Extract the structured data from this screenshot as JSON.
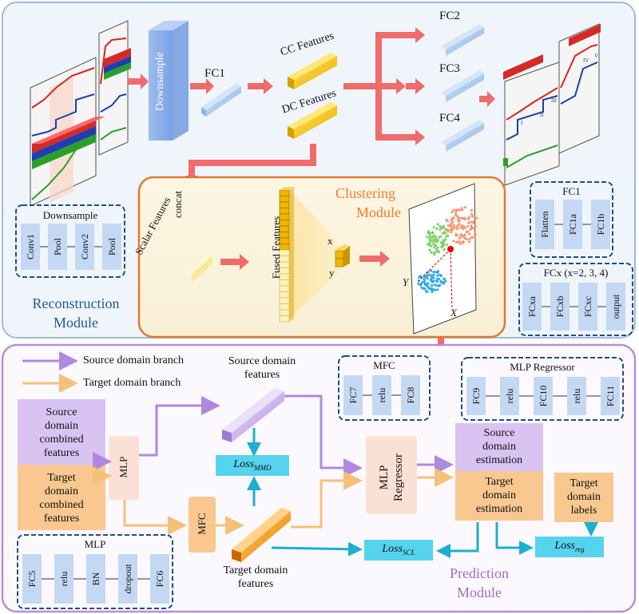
{
  "reconstruction": {
    "downsample_block": "Downsample",
    "fc1": "FC1",
    "cc_features": "CC Features",
    "dc_features": "DC Features",
    "fc2": "FC2",
    "fc3": "FC3",
    "fc4": "FC4",
    "concat": "concat",
    "module_line1": "Reconstruction",
    "module_line2": "Module",
    "downsample_legend": {
      "title": "Downsample",
      "items": [
        "Conv1",
        "Pool",
        "Conv2",
        "Pool"
      ]
    },
    "fc1_legend": {
      "title": "FC1",
      "items": [
        "Flatten",
        "FC1a",
        "FC1b"
      ]
    },
    "fcx_legend": {
      "title": "FCx (x=2, 3, 4)",
      "items": [
        "FCxa",
        "FCxb",
        "FCxc",
        "output"
      ]
    },
    "region_labels": [
      "I",
      "II",
      "III",
      "IV",
      "V"
    ]
  },
  "clustering": {
    "module_line1": "Clustering",
    "module_line2": "Module",
    "scalar_features": "Scalar Features",
    "fused_features": "Fused Features",
    "x": "x",
    "y": "y",
    "axis_x": "X",
    "axis_y": "Y"
  },
  "prediction": {
    "legend_source": "Source domain branch",
    "legend_target": "Target domain branch",
    "source_combined": [
      "Source",
      "domain",
      "combined",
      "features"
    ],
    "target_combined": [
      "Target",
      "domain",
      "combined",
      "features"
    ],
    "mlp": "MLP",
    "mfc": "MFC",
    "source_domain_features": [
      "Source domain",
      "features"
    ],
    "target_domain_features": [
      "Target domain",
      "features"
    ],
    "loss_mmd": "Loss",
    "loss_mmd_sub": "MMD",
    "loss_scl": "Loss",
    "loss_scl_sub": "SCL",
    "loss_reg": "Loss",
    "loss_reg_sub": "reg",
    "mlp_regressor": [
      "MLP",
      "Regressor"
    ],
    "source_estimation": [
      "Source",
      "domain",
      "estimation"
    ],
    "target_estimation": [
      "Target",
      "domain",
      "estimation"
    ],
    "target_labels": [
      "Target",
      "domain",
      "labels"
    ],
    "mfc_legend": {
      "title": "MFC",
      "items": [
        "FC7",
        "relu",
        "FC8"
      ]
    },
    "mlp_regressor_legend": {
      "title": "MLP Regressor",
      "items": [
        "FC9",
        "relu",
        "FC10",
        "relu",
        "FC11"
      ]
    },
    "mlp_legend": {
      "title": "MLP",
      "items": [
        "FC5",
        "relu",
        "BN",
        "dropout",
        "FC6"
      ]
    },
    "module_line1": "Prediction",
    "module_line2": "Module"
  },
  "colors": {
    "purple_arrow": "#b088e0",
    "orange_arrow": "#f6c07a",
    "red_arrow": "#f06b6b",
    "cyan_arrow": "#1eaed1",
    "cyan_box": "#56d3ee",
    "source_box": "#d9c3f2",
    "target_box": "#f8c890",
    "fc_blue": "#a8c8ec",
    "legend_blue": "#c4d8f3",
    "module_title_orange": "#ee7d2c",
    "module_title_blue": "#1f5a94",
    "module_title_purple": "#9a6fbf"
  }
}
